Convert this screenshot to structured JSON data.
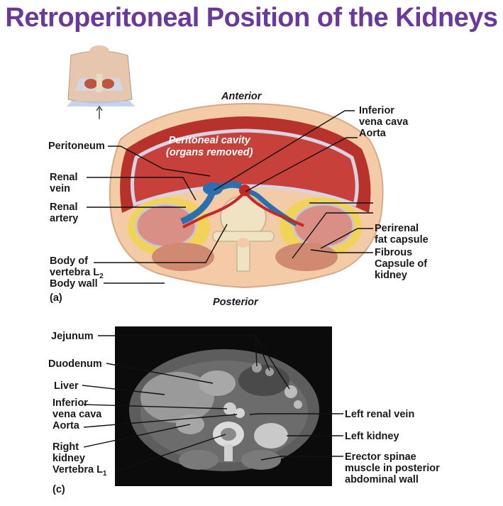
{
  "title": "Retroperitoneal Position of the Kidneys",
  "panel_a": {
    "anterior": "Anterior",
    "posterior": "Posterior",
    "cavity_line1": "Peritoneal cavity",
    "cavity_line2": "(organs removed)",
    "peritoneum": "Peritoneum",
    "renal_vein_1": "Renal",
    "renal_vein_2": "vein",
    "renal_artery_1": "Renal",
    "renal_artery_2": "artery",
    "body_vertebra_1": "Body of",
    "body_vertebra_2": "vertebra L",
    "body_vertebra_sub": "2",
    "body_wall": "Body wall",
    "panel_label": "(a)",
    "ivc_1": "Inferior",
    "ivc_2": "vena cava",
    "aorta": "Aorta",
    "perirenal_1": "Perirenal",
    "perirenal_2": "fat capsule",
    "fibrous_1": "Fibrous",
    "fibrous_2": "Capsule of",
    "fibrous_3": "kidney"
  },
  "panel_c": {
    "jejunum": "Jejunum",
    "duodenum": "Duodenum",
    "liver": "Liver",
    "ivc_1": "Inferior",
    "ivc_2": "vena cava",
    "aorta": "Aorta",
    "right_kidney_1": "Right",
    "right_kidney_2": "kidney",
    "vertebra": "Vertebra L",
    "vertebra_sub": "1",
    "panel_label": "(c)",
    "left_renal_vein": "Left renal vein",
    "left_kidney": "Left kidney",
    "erector_1": "Erector spinae",
    "erector_2": "muscle in posterior",
    "erector_3": "abdominal wall"
  },
  "colors": {
    "title": "#6a3a9a",
    "skin": "#f3cba6",
    "muscle": "#b8322c",
    "peritoneum": "#c9c6d8",
    "fat": "#f2d35a",
    "vein": "#2a6fb0",
    "artery": "#c62828"
  }
}
